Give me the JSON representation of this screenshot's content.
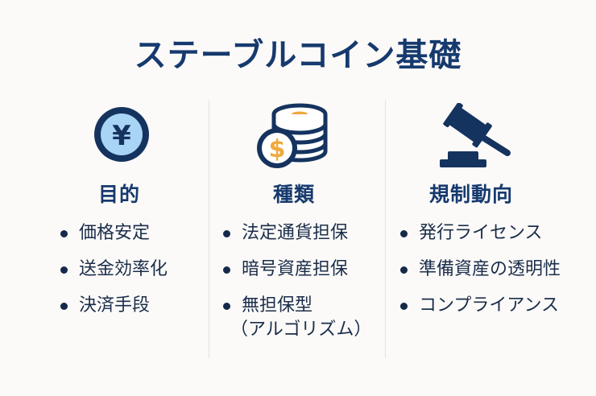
{
  "title": "ステーブルコイン基礎",
  "columns": [
    {
      "heading": "目的",
      "icon": "yen-coin-icon",
      "icon_glyph": "¥",
      "items": [
        {
          "text": "価格安定"
        },
        {
          "text": "送金効率化"
        },
        {
          "text": "決済手段"
        }
      ]
    },
    {
      "heading": "種類",
      "icon": "coin-stack-dollar-icon",
      "icon_glyph": "$",
      "items": [
        {
          "text": "法定通貨担保"
        },
        {
          "text": "暗号資産担保"
        },
        {
          "text": "無担保型",
          "text2": "（アルゴリズム）"
        }
      ]
    },
    {
      "heading": "規制動向",
      "icon": "gavel-icon",
      "items": [
        {
          "text": "発行ライセンス"
        },
        {
          "text": "準備資産の透明性"
        },
        {
          "text": "コンプライアンス"
        }
      ]
    }
  ],
  "colors": {
    "title": "#163a6e",
    "navy": "#15335f",
    "light_blue": "#a8d4f5",
    "gold": "#f0a83c",
    "background": "#fcfaf8"
  }
}
